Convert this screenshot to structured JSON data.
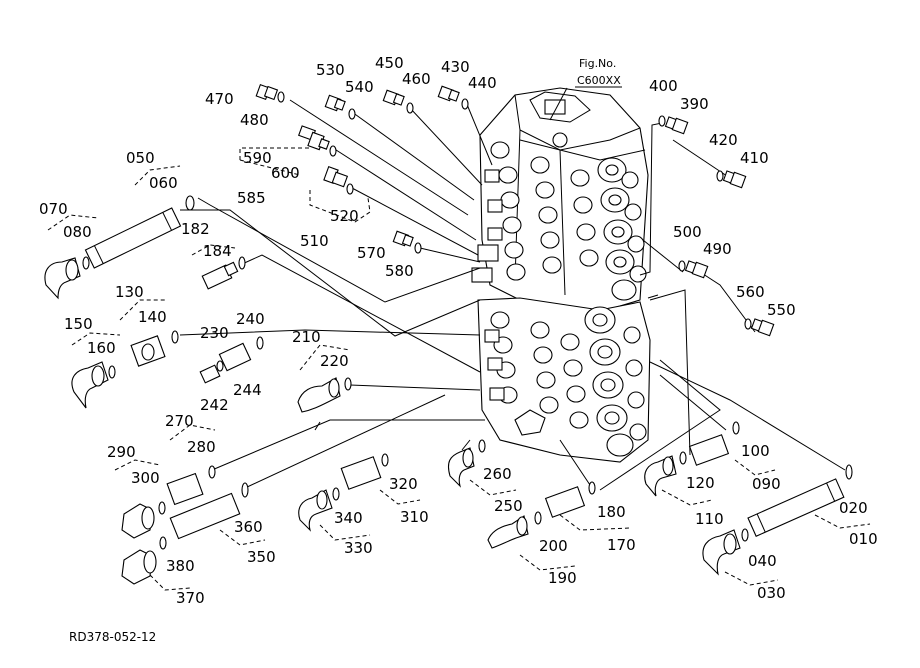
{
  "figure": {
    "fig_no_label": "Fig.No.",
    "fig_no_value": "C600XX",
    "drawing_code": "RD378-052-12"
  },
  "parts": {
    "p470": "470",
    "p480": "480",
    "p530": "530",
    "p540": "540",
    "p450": "450",
    "p460": "460",
    "p430": "430",
    "p440": "440",
    "p400": "400",
    "p390": "390",
    "p420": "420",
    "p410": "410",
    "p590": "590",
    "p600": "600",
    "p585": "585",
    "p520": "520",
    "p510": "510",
    "p570": "570",
    "p580": "580",
    "p500": "500",
    "p490": "490",
    "p560": "560",
    "p550": "550",
    "p050": "050",
    "p060": "060",
    "p070": "070",
    "p080": "080",
    "p182": "182",
    "p184": "184",
    "p130": "130",
    "p140": "140",
    "p150": "150",
    "p160": "160",
    "p230": "230",
    "p240": "240",
    "p244": "244",
    "p242": "242",
    "p210": "210",
    "p220": "220",
    "p270": "270",
    "p280": "280",
    "p290": "290",
    "p300": "300",
    "p360": "360",
    "p350": "350",
    "p380": "380",
    "p370": "370",
    "p320": "320",
    "p310": "310",
    "p340": "340",
    "p330": "330",
    "p260": "260",
    "p250": "250",
    "p180": "180",
    "p170": "170",
    "p200": "200",
    "p190": "190",
    "p100": "100",
    "p090": "090",
    "p120": "120",
    "p110": "110",
    "p020": "020",
    "p010": "010",
    "p040": "040",
    "p030": "030"
  }
}
